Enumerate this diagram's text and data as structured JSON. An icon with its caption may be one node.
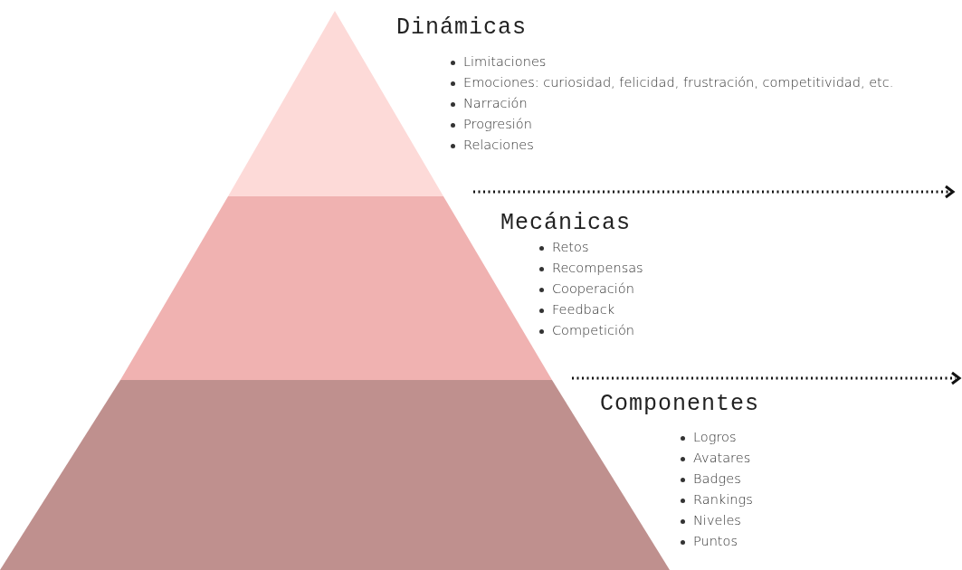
{
  "diagram": {
    "nodes": [
      {
        "text": [
          "Dinámicas",
          "Limitaciones",
          "Emociones: curiosidad, felicidad, frustración, competitividad, etc.",
          "Narración",
          "Progresión",
          "Relaciones"
        ]
      },
      {
        "text": [
          "Mecánicas",
          "Retos",
          "Recompensas",
          "Cooperación",
          "Feedback",
          "Competición"
        ]
      },
      {
        "text": [
          "Componentes",
          "Logros",
          "Avatares",
          "Badges",
          "Rankings",
          "Niveles",
          "Puntos"
        ]
      }
    ]
  }
}
